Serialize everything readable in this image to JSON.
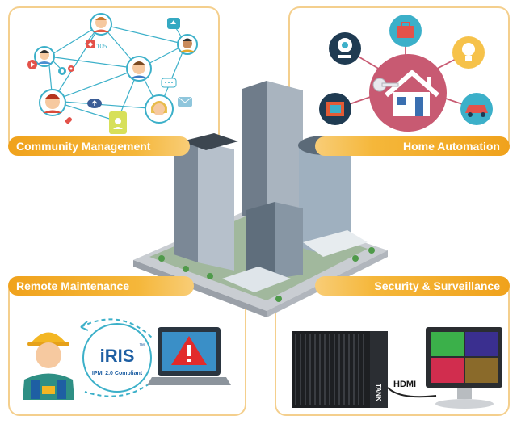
{
  "panels": {
    "community": {
      "label": "Community Management",
      "badge_count": "105"
    },
    "home": {
      "label": "Home Automation"
    },
    "remote": {
      "label": "Remote Maintenance",
      "logo_text": "iRIS",
      "logo_tm": "™",
      "logo_subtitle": "IPMI 2.0 Compliant"
    },
    "security": {
      "label": "Security & Surveillance",
      "cable_label": "HDMI",
      "device_brand": "TANK"
    }
  },
  "colors": {
    "accent_orange": "#f0a21c",
    "panel_border": "#f4cf8d",
    "network_line": "#3cb0c9",
    "home_circle": "#c85a72"
  },
  "icons": [
    "avatar-icon",
    "like-icon",
    "chat-icon",
    "mail-icon",
    "gear-icon",
    "play-icon",
    "cloud-icon",
    "webcam-icon",
    "bag-icon",
    "bulb-icon",
    "car-icon",
    "film-icon",
    "house-icon",
    "key-icon",
    "worker-icon",
    "laptop-icon",
    "warning-icon",
    "server-icon",
    "monitor-icon"
  ]
}
